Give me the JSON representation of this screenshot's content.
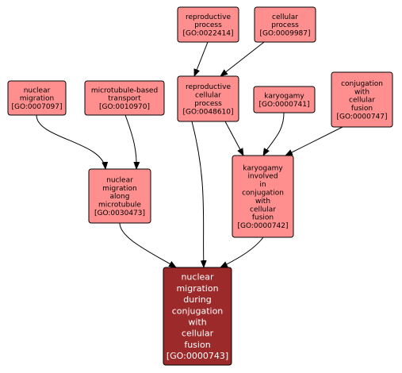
{
  "colors": {
    "node_fill": "#ff8f8f",
    "target_fill": "#9c2a2a",
    "node_text": "#000000",
    "target_text": "#ffffff",
    "edge": "#000000"
  },
  "nodes": {
    "reproductive_process": {
      "lines": [
        "reproductive",
        "process",
        "[GO:0022414]"
      ]
    },
    "cellular_process": {
      "lines": [
        "cellular",
        "process",
        "[GO:0009987]"
      ]
    },
    "nuclear_migration": {
      "lines": [
        "nuclear",
        "migration",
        "[GO:0007097]"
      ]
    },
    "microtubule_based_transport": {
      "lines": [
        "microtubule-based",
        "transport",
        "[GO:0010970]"
      ]
    },
    "reproductive_cellular_process": {
      "lines": [
        "reproductive",
        "cellular",
        "process",
        "[GO:0048610]"
      ]
    },
    "karyogamy": {
      "lines": [
        "karyogamy",
        "[GO:0000741]"
      ]
    },
    "conjugation_cellular_fusion": {
      "lines": [
        "conjugation",
        "with",
        "cellular",
        "fusion",
        "[GO:0000747]"
      ]
    },
    "nuclear_migration_microtubule": {
      "lines": [
        "nuclear",
        "migration",
        "along",
        "microtubule",
        "[GO:0030473]"
      ]
    },
    "karyogamy_conjugation": {
      "lines": [
        "karyogamy",
        "involved",
        "in",
        "conjugation",
        "with",
        "cellular",
        "fusion",
        "[GO:0000742]"
      ]
    },
    "target": {
      "lines": [
        "nuclear",
        "migration",
        "during",
        "conjugation",
        "with",
        "cellular",
        "fusion",
        "[GO:0000743]"
      ]
    }
  }
}
